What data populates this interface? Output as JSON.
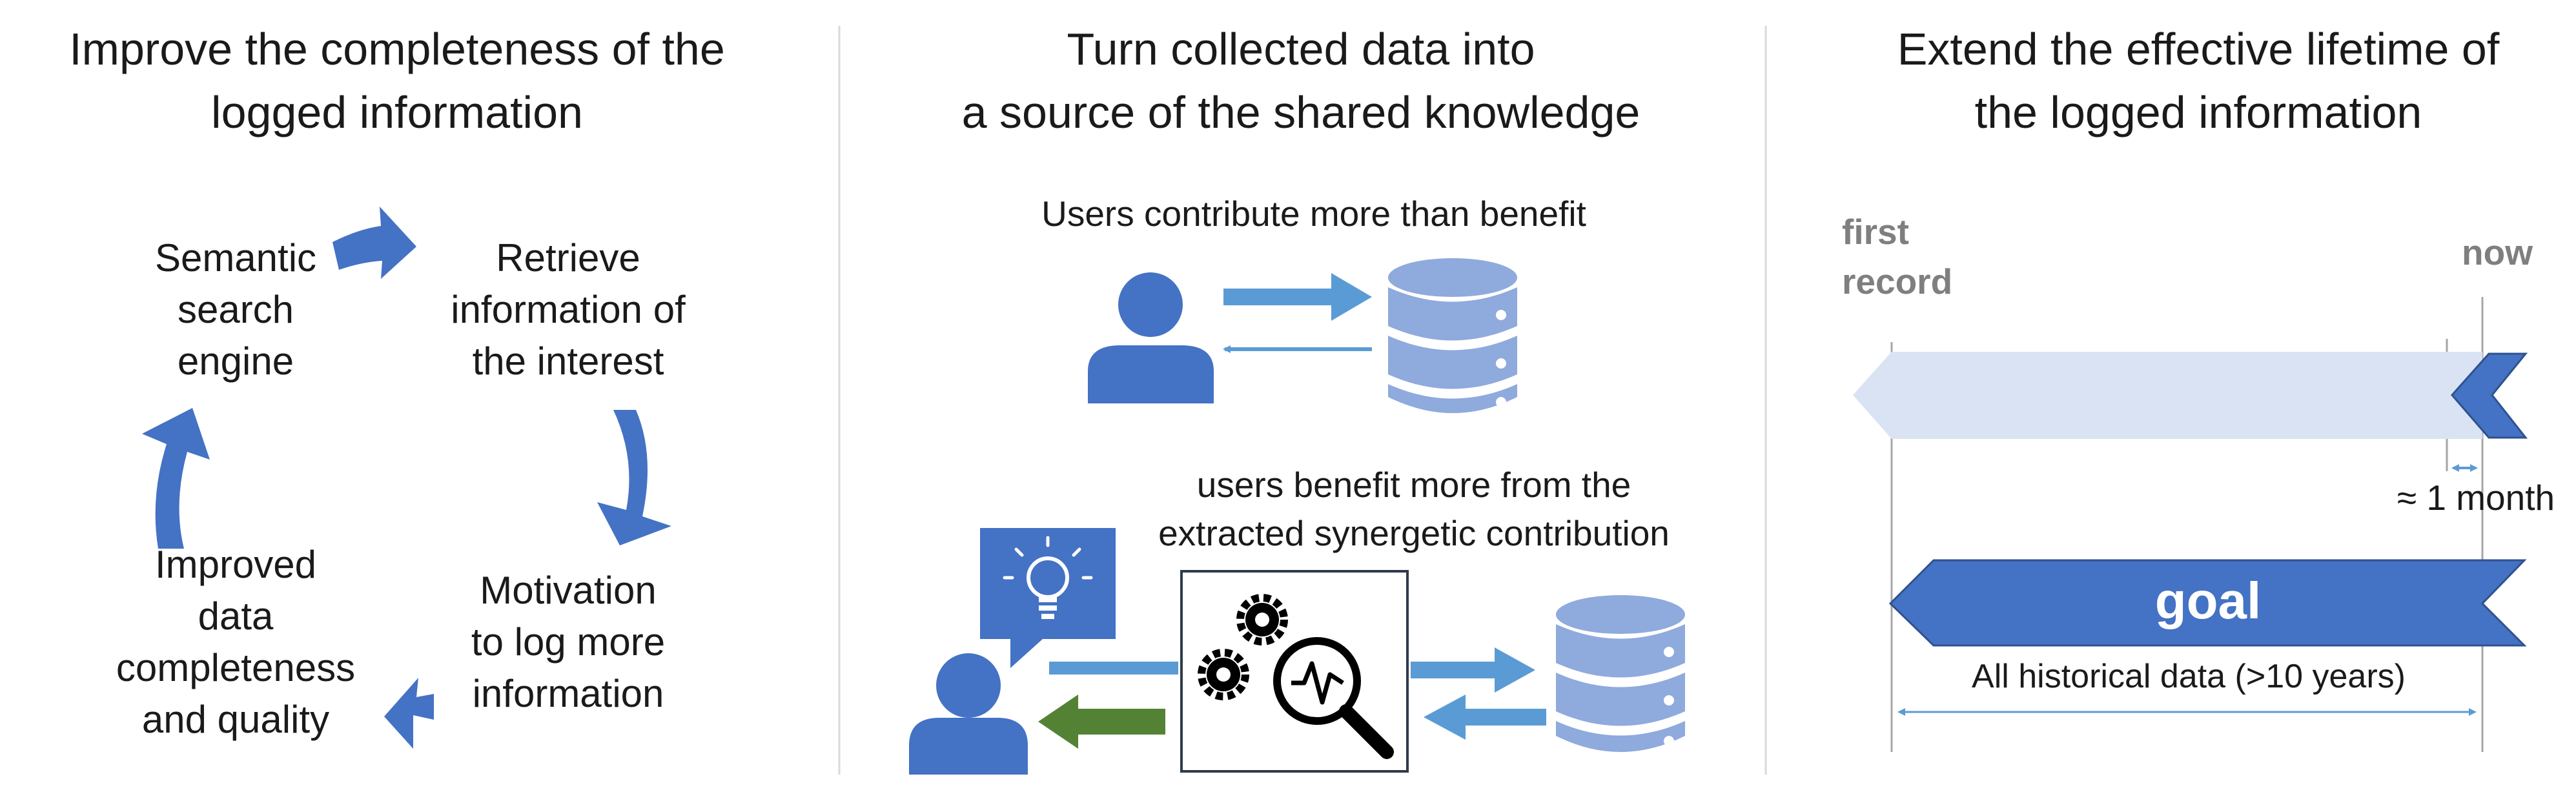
{
  "colors": {
    "blue": "#4472c4",
    "light_blue": "#8faadc",
    "arrow_blue": "#5b9bd5",
    "pale_blue": "#dae3f3",
    "green": "#548235",
    "divider": "#d9d9d9",
    "time_line": "#a6a6a6",
    "gray_text": "#7f7f7f",
    "text": "#1a1a1a"
  },
  "panel1": {
    "title_lines": [
      "Improve the completeness of the",
      "logged information"
    ],
    "steps": [
      {
        "lines": [
          "Semantic",
          "search",
          "engine"
        ]
      },
      {
        "lines": [
          "Retrieve",
          "information of",
          "the interest"
        ]
      },
      {
        "lines": [
          "Motivation",
          "to log more",
          "information"
        ]
      },
      {
        "lines": [
          "Improved",
          "data",
          "completeness",
          "and quality"
        ]
      }
    ]
  },
  "panel2": {
    "title_lines": [
      "Turn collected data into",
      "a source of the shared knowledge"
    ],
    "top_caption": "Users contribute more than benefit",
    "bottom_caption_lines": [
      "users benefit more from the",
      "extracted synergetic contribution"
    ]
  },
  "panel3": {
    "title_lines": [
      "Extend the effective lifetime of",
      "the logged information"
    ],
    "first_record_lines": [
      "first",
      "record"
    ],
    "now_label": "now",
    "month_label": "≈ 1 month",
    "goal_label": "goal",
    "history_label": "All historical data (>10 years)"
  }
}
